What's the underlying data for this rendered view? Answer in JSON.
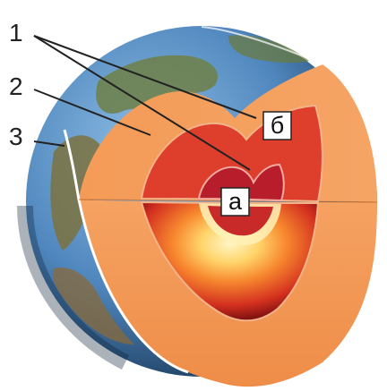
{
  "labels": {
    "num_1": "1",
    "num_2": "2",
    "num_3": "3",
    "box_b": "б",
    "box_a": "а"
  },
  "colors": {
    "ocean_light": "#6f9fd0",
    "ocean_dark": "#17324f",
    "land_green": "#6a7a3b",
    "land_brown": "#8a6a3a",
    "mantle": "#f39a55",
    "outer_core": "#dd3f2c",
    "inner_core": "#b81d2c",
    "glow_yellow": "#ffe07a",
    "crust_line": "#ffffff",
    "leader_line": "#222222"
  }
}
